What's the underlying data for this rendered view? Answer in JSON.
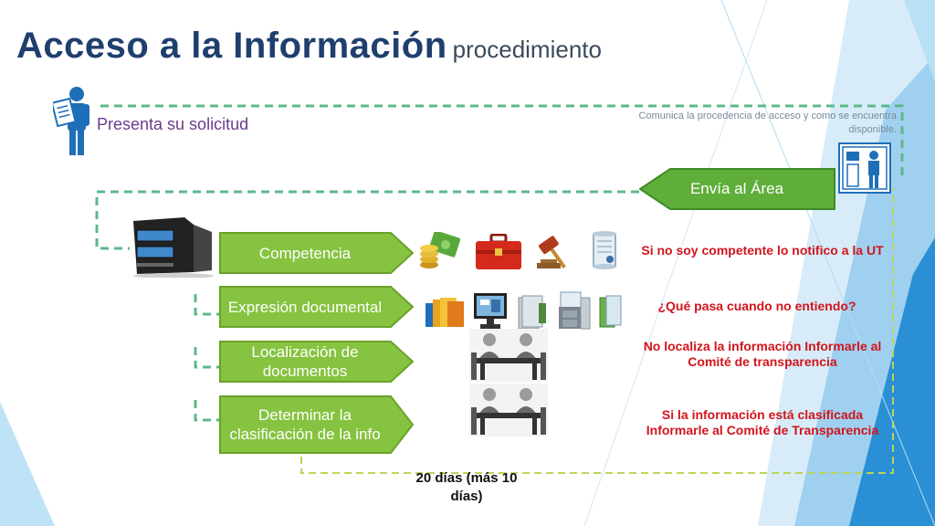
{
  "slide": {
    "title": "Acceso a la Información",
    "subtitle": "procedimiento",
    "presenta": "Presenta su solicitud",
    "comunica": "Comunica la procedencia de acceso y  como se encuentra disponible.",
    "envia": "Envía al Área",
    "steps": [
      {
        "label": "Competencia"
      },
      {
        "label": "Expresión documental"
      },
      {
        "label": "Localización de documentos"
      },
      {
        "label": "Determinar la clasificación de la info"
      }
    ],
    "notes": [
      "Si no soy competente lo notifico a la UT",
      "¿Qué pasa cuando no entiendo?",
      "No localiza la información Informarle al Comité de transparencia",
      "Si la información está clasificada Informarle al Comité de Transparencia"
    ],
    "plazo": "20 días (más 10 días)"
  },
  "colors": {
    "title": "#1f3f6e",
    "green_arrow": "#6fb33a",
    "note_red": "#d2141c",
    "dashed_line": "#5cb88a",
    "accent_blue": "#1e7fc8"
  },
  "icons": [
    "person-document-icon",
    "server-icon",
    "money-icon",
    "briefcase-icon",
    "gavel-icon",
    "scroll-icon",
    "folders-icon",
    "computer-icon",
    "binder-icon",
    "filing-cabinet-icon",
    "meeting-icon",
    "elevator-icon"
  ]
}
